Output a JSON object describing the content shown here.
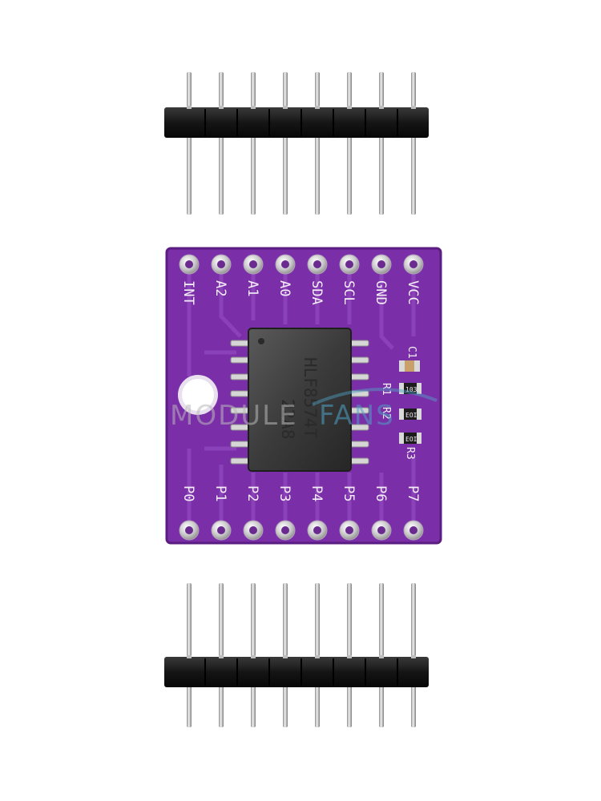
{
  "board": {
    "top_labels": [
      "INT",
      "A2",
      "A1",
      "A0",
      "SDA",
      "SCL",
      "GND",
      "VCC"
    ],
    "bottom_labels": [
      "P0",
      "P1",
      "P2",
      "P3",
      "P4",
      "P5",
      "P6",
      "P7"
    ],
    "chip_line1": "HLF8574T",
    "chip_line2": "22A8",
    "components": [
      "C1",
      "R1",
      "R2",
      "R3"
    ],
    "resistor_codes": [
      "103",
      "EOI",
      "EOI"
    ],
    "colors": {
      "pcb": "#7b2fa6",
      "pcb_dark": "#5e1f86",
      "pad": "#d8d8d8",
      "header_plastic": "#1a1a1a",
      "pin": "#c9c9c9"
    }
  },
  "watermark": {
    "left": "MODULE",
    "right": "FANS"
  }
}
